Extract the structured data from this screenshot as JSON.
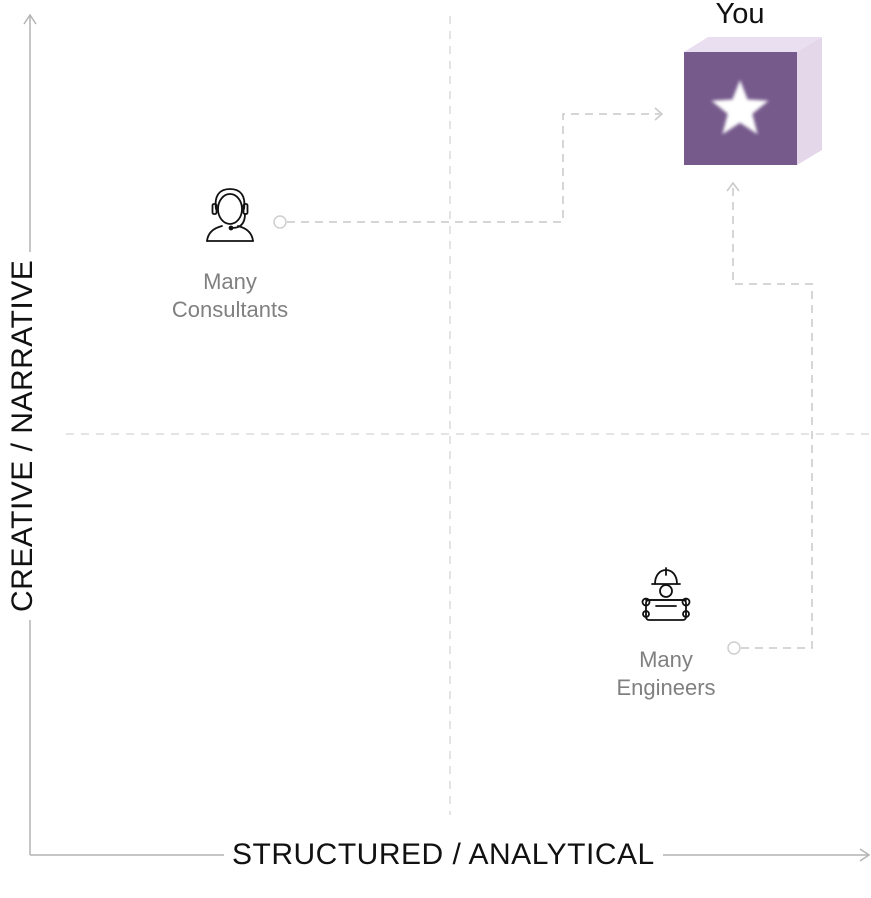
{
  "axes": {
    "x_label": "STRUCTURED / ANALYTICAL",
    "y_label": "CREATIVE / NARRATIVE"
  },
  "you": {
    "label": "You",
    "icon": "star-icon",
    "box_color": "#765a8c",
    "box_side_color": "#e4d7ea"
  },
  "personas": [
    {
      "id": "consultants",
      "line1": "Many",
      "line2": "Consultants",
      "icon": "headset-person-icon"
    },
    {
      "id": "engineers",
      "line1": "Many",
      "line2": "Engineers",
      "icon": "hardhat-engineer-icon"
    }
  ],
  "colors": {
    "axis": "#b4b4b4",
    "grid": "#dcdcdc",
    "connector": "#c8c8c8",
    "label_gray": "#808080"
  }
}
